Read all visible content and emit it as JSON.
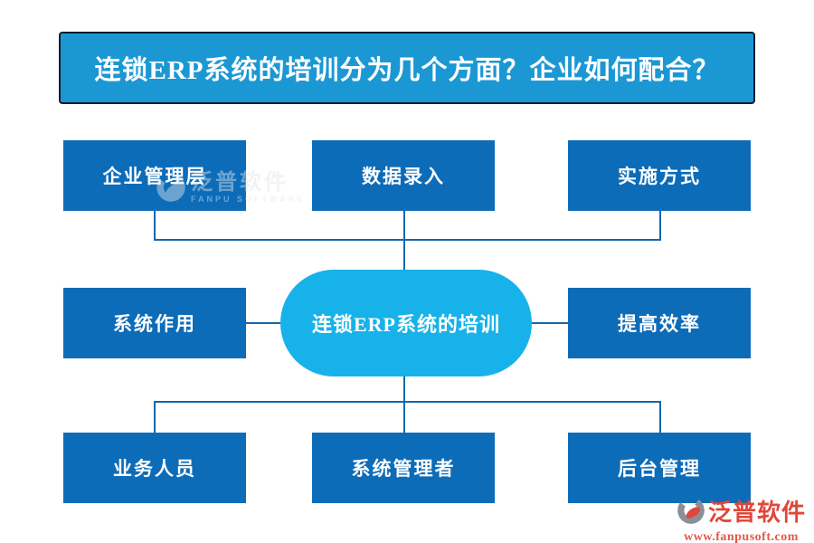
{
  "title": "连锁ERP系统的培训分为几个方面？企业如何配合？",
  "diagram": {
    "center": {
      "label": "连锁ERP系统的培训"
    },
    "top_row": [
      {
        "label": "企业管理层"
      },
      {
        "label": "数据录入"
      },
      {
        "label": "实施方式"
      }
    ],
    "middle_row": [
      {
        "label": "系统作用"
      },
      {
        "label": "提高效率"
      }
    ],
    "bottom_row": [
      {
        "label": "业务人员"
      },
      {
        "label": "系统管理者"
      },
      {
        "label": "后台管理"
      }
    ]
  },
  "watermark": {
    "brand": "泛普软件",
    "brand_en": "FANPU SOFTWARE"
  },
  "footer_logo": {
    "brand": "泛普软件",
    "website": "www.fanpusoft.com"
  },
  "colors": {
    "banner_bg": "#1b98d4",
    "node_bg": "#0d6cb8",
    "center_bg": "#17b2ea",
    "connector": "#1467b0",
    "brand_red": "#e0473a"
  }
}
